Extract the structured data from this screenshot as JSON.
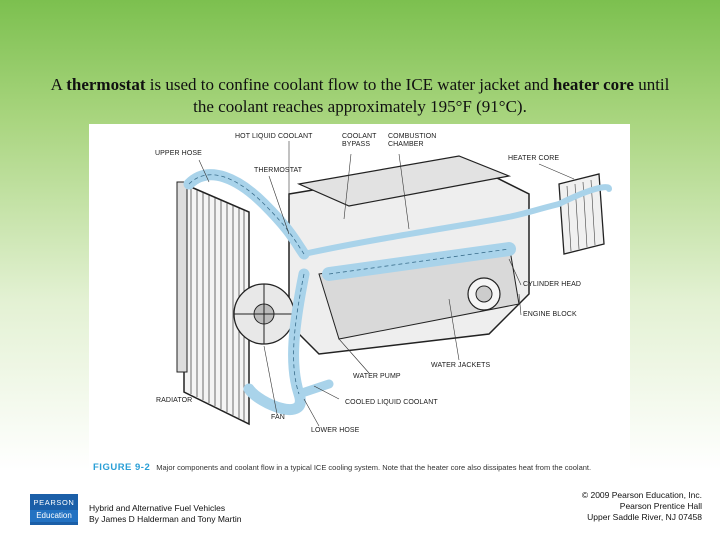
{
  "title": {
    "part1": "A ",
    "bold1": "thermostat",
    "part2": " is used to confine coolant flow to the ICE water jacket and ",
    "bold2": "heater core",
    "part3": " until the coolant reaches approximately 195°F (91°C)."
  },
  "figure": {
    "labels": {
      "hot_liquid_coolant": "HOT LIQUID COOLANT",
      "coolant_bypass_1": "COOLANT",
      "coolant_bypass_2": "BYPASS",
      "combustion_chamber_1": "COMBUSTION",
      "combustion_chamber_2": "CHAMBER",
      "upper_hose": "UPPER HOSE",
      "thermostat": "THERMOSTAT",
      "heater_core": "HEATER CORE",
      "cylinder_head": "CYLINDER HEAD",
      "engine_block": "ENGINE BLOCK",
      "water_jackets": "WATER JACKETS",
      "water_pump": "WATER PUMP",
      "radiator": "RADIATOR",
      "cooled_liquid_coolant": "COOLED LIQUID COOLANT",
      "fan": "FAN",
      "lower_hose": "LOWER HOSE"
    },
    "caption_number": "FIGURE 9-2",
    "caption_text": "Major components and coolant flow in a typical ICE cooling system. Note that the heater core also dissipates heat from the coolant."
  },
  "footer": {
    "logo_line1": "PEARSON",
    "logo_line2": "Education",
    "book_title": "Hybrid and Alternative Fuel Vehicles",
    "book_authors": "By James D Halderman and Tony Martin",
    "copyright": "© 2009 Pearson Education, Inc.",
    "publisher": "Pearson Prentice Hall",
    "address": "Upper Saddle River, NJ 07458"
  },
  "colors": {
    "coolant_flow": "#a9d3ea",
    "figure_caption_accent": "#2a9fd6",
    "logo_blue": "#1b5fa8"
  }
}
